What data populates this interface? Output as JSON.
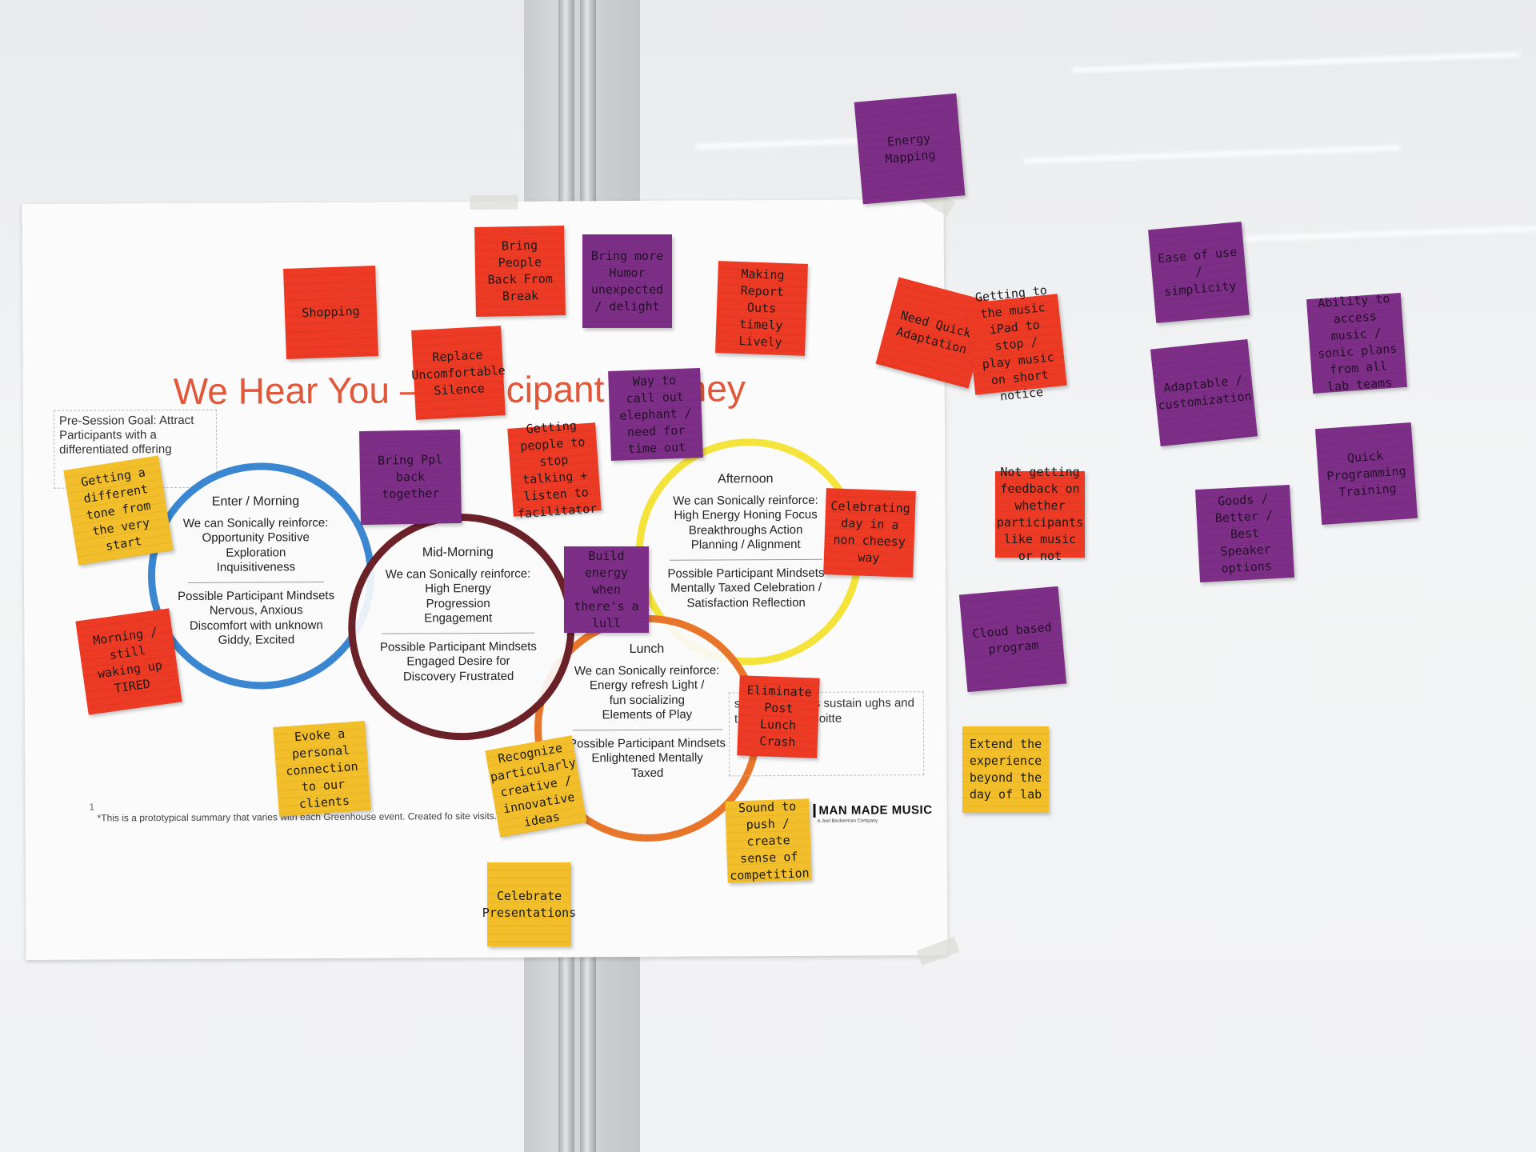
{
  "poster": {
    "title": "We Hear You – Participant Journey",
    "presession": "Pre-Session Goal: Attract Participants with a differentiated offering",
    "stages": [
      {
        "name": "Enter / Morning",
        "reinforce_label": "We can Sonically reinforce:",
        "reinforce": "Opportunity Positive Exploration Inquisitiveness",
        "mindsets_label": "Possible Participant Mindsets",
        "mindsets": "Nervous, Anxious Discomfort with unknown Giddy, Excited",
        "color": "#3a86d0"
      },
      {
        "name": "Mid-Morning",
        "reinforce_label": "We can Sonically reinforce:",
        "reinforce": "High Energy Progression Engagement",
        "mindsets_label": "Possible Participant Mindsets",
        "mindsets": "Engaged Desire for Discovery Frustrated",
        "color": "#6b2128"
      },
      {
        "name": "Lunch",
        "reinforce_label": "We can Sonically reinforce:",
        "reinforce": "Energy refresh Light / fun socializing Elements of Play",
        "mindsets_label": "Possible Participant Mindsets",
        "mindsets": "Enlightened Mentally Taxed",
        "color": "#e8762a"
      },
      {
        "name": "Afternoon",
        "reinforce_label": "We can Sonically reinforce:",
        "reinforce": "High Energy Honing Focus Breakthroughs Action Planning / Alignment",
        "mindsets_label": "Possible Participant Mindsets",
        "mindsets": "Mentally Taxed Celebration / Satisfaction Reflection",
        "color": "#f3e33a"
      }
    ],
    "postsession": "ssion articipants sustain ughs and their tion for Deloitte",
    "footnote_num": "1",
    "footnote": "*This is a prototypical summary that varies with each Greenhouse event. Created fo site visits.",
    "logo": "MAN MADE MUSIC",
    "logo_sub": "A Joel Beckerman Company"
  },
  "notes": [
    {
      "text": "Energy Mapping",
      "color": "purple"
    },
    {
      "text": "Shopping",
      "color": "red"
    },
    {
      "text": "Bring People Back From Break",
      "color": "red"
    },
    {
      "text": "Bring more Humor unexpected / delight",
      "color": "purple"
    },
    {
      "text": "Making Report Outs timely Lively",
      "color": "red"
    },
    {
      "text": "Replace Uncomfortable Silence",
      "color": "red"
    },
    {
      "text": "Way to call out elephant / need for time out",
      "color": "purple"
    },
    {
      "text": "Getting people to stop talking + listen to facilitator",
      "color": "red"
    },
    {
      "text": "Bring Ppl back together",
      "color": "purple"
    },
    {
      "text": "Getting a different tone from the very start",
      "color": "yellow"
    },
    {
      "text": "Need Quick Adaptation",
      "color": "red"
    },
    {
      "text": "Getting to the music iPad to stop / play music on short notice",
      "color": "red"
    },
    {
      "text": "Ease of use / simplicity",
      "color": "purple"
    },
    {
      "text": "Ability to access music / sonic plans from all lab teams",
      "color": "purple"
    },
    {
      "text": "Adaptable / customization",
      "color": "purple"
    },
    {
      "text": "Celebrating day in a non cheesy way",
      "color": "red"
    },
    {
      "text": "Not getting feedback on whether participants like music or not",
      "color": "red"
    },
    {
      "text": "Goods / Better / Best Speaker options",
      "color": "purple"
    },
    {
      "text": "Quick Programming Training",
      "color": "purple"
    },
    {
      "text": "Build energy when there's a lull",
      "color": "purple"
    },
    {
      "text": "Morning / still waking up TIRED",
      "color": "red"
    },
    {
      "text": "Cloud based program",
      "color": "purple"
    },
    {
      "text": "Eliminate Post Lunch Crash",
      "color": "red"
    },
    {
      "text": "Evoke a personal connection to our clients",
      "color": "yellow"
    },
    {
      "text": "Recognize particularly creative / innovative ideas",
      "color": "yellow"
    },
    {
      "text": "Extend the experience beyond the day of lab",
      "color": "yellow"
    },
    {
      "text": "Sound to push / create sense of competition",
      "color": "yellow"
    },
    {
      "text": "Celebrate Presentations",
      "color": "yellow"
    }
  ]
}
